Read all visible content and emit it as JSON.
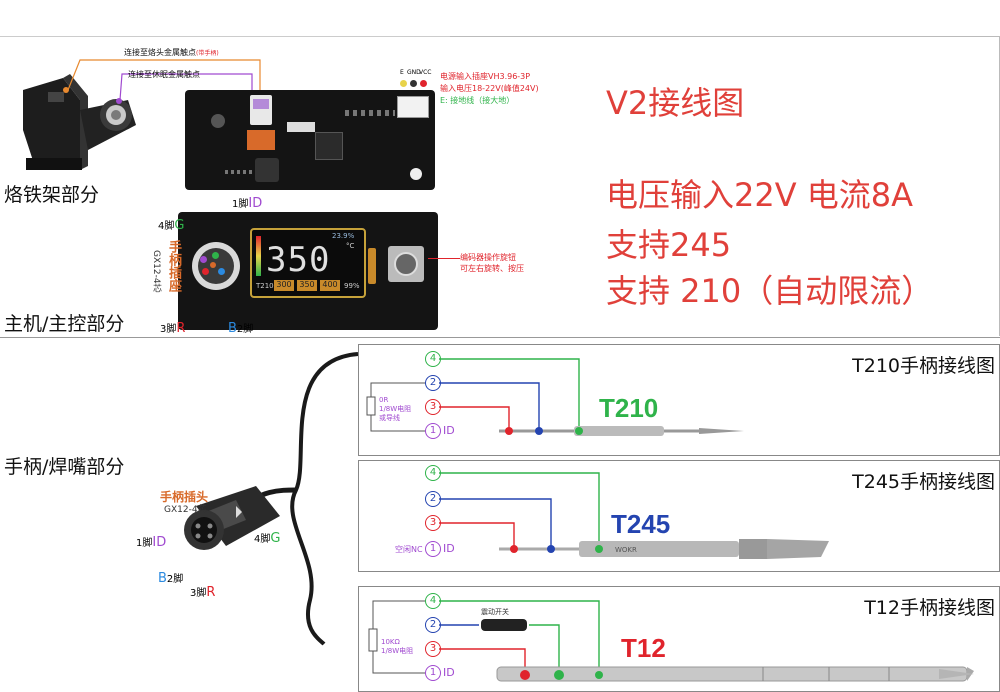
{
  "left": {
    "holder_label": "烙铁架部分",
    "host_label": "主机/主控部分",
    "handle_label": "手柄/焊嘴部分"
  },
  "top_right": {
    "title": "V2接线图",
    "spec_line": "电压输入22V 电流8A",
    "support_245": "支持245",
    "support_210": "支持 210（自动限流）"
  },
  "board": {
    "link_head": "连接至烙头金属触点",
    "link_head_note": "(带手柄)",
    "link_holder": "连接至休眠金属触点",
    "pin_e": "E",
    "pin_gnd": "GND",
    "pin_vcc": "VCC",
    "power_note_1": "电源输入插座VH3.96-3P",
    "power_note_2": "输入电压18-22V(峰值24V)",
    "power_note_3": "E: 接地线（接大地）"
  },
  "display": {
    "temp": "350",
    "unit": "°C",
    "percent": "23.9%",
    "tip_model": "T210",
    "preset_1": "300",
    "preset_2": "350",
    "preset_3": "400",
    "power_pct": "99%",
    "encoder_note_1": "编码器操作旋钮",
    "encoder_note_2": "可左右旋转、按压"
  },
  "socket": {
    "title": "手柄插座",
    "model": "GX12-4芯",
    "pin1": "1脚",
    "pin1_name": "ID",
    "pin2": "2脚",
    "pin2_name": "B",
    "pin3": "3脚",
    "pin3_name": "R",
    "pin4": "4脚",
    "pin4_name": "G"
  },
  "plug": {
    "title": "手柄插头",
    "model": "GX12-4芯",
    "pin1": "1脚",
    "pin1_name": "ID",
    "pin2": "2脚",
    "pin2_name": "B",
    "pin3": "3脚",
    "pin3_name": "R",
    "pin4": "4脚",
    "pin4_name": "G"
  },
  "panels": [
    {
      "header": "T210手柄接线图",
      "tip": "T210",
      "tip_color": "#2fb34a",
      "resistor_note_1": "0R",
      "resistor_note_2": "1/8W电阻",
      "resistor_note_3": "或导线",
      "pin1": "1",
      "pin1_name": "ID",
      "pin2": "2",
      "pin3": "3",
      "pin4": "4"
    },
    {
      "header": "T245手柄接线图",
      "tip": "T245",
      "tip_color": "#2444b0",
      "nc_label": "空闲NC",
      "brand": "WOKR",
      "pin1": "1",
      "pin1_name": "ID",
      "pin2": "2",
      "pin3": "3",
      "pin4": "4"
    },
    {
      "header": "T12手柄接线图",
      "tip": "T12",
      "tip_color": "#e0242c",
      "resistor_note_1": "10KΩ",
      "resistor_note_2": "1/8W电阻",
      "switch_label": "震动开关",
      "pin1": "1",
      "pin1_name": "ID",
      "pin2": "2",
      "pin3": "3",
      "pin4": "4"
    }
  ],
  "colors": {
    "green": "#2fb34a",
    "blue": "#2444b0",
    "red": "#e0242c",
    "purple": "#a04ad0",
    "accent_red": "#e0403a"
  }
}
